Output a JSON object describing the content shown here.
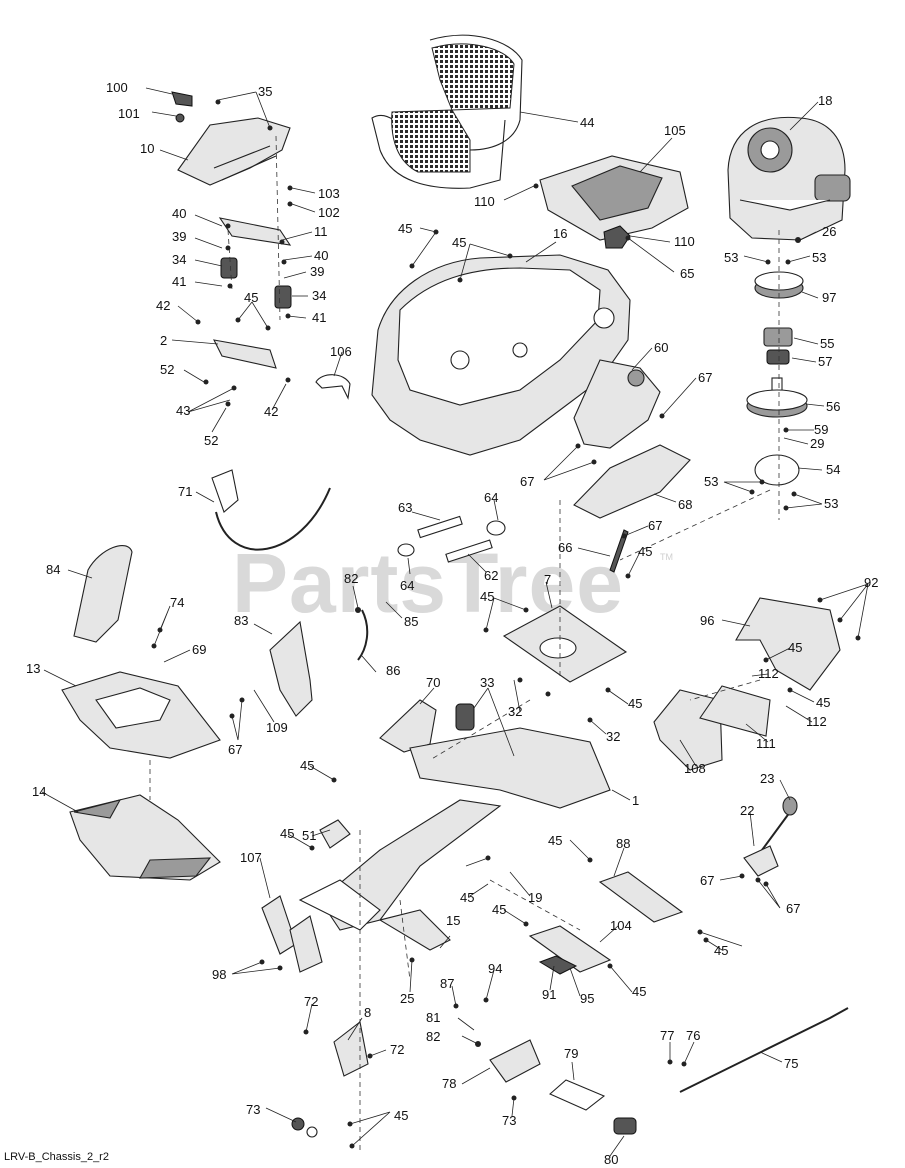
{
  "watermark": "PartsTree",
  "watermark_tm": "TM",
  "footer_code": "LRV-B_Chassis_2_r2",
  "callouts": [
    "100",
    "101",
    "35",
    "10",
    "103",
    "102",
    "40",
    "39",
    "34",
    "41",
    "11",
    "40",
    "39",
    "34",
    "41",
    "42",
    "45",
    "2",
    "52",
    "43",
    "42",
    "52",
    "106",
    "44",
    "105",
    "110",
    "110",
    "45",
    "45",
    "16",
    "65",
    "60",
    "67",
    "67",
    "18",
    "26",
    "53",
    "53",
    "97",
    "55",
    "57",
    "56",
    "59",
    "29",
    "54",
    "53",
    "53",
    "71",
    "63",
    "64",
    "64",
    "62",
    "68",
    "67",
    "66",
    "45",
    "7",
    "45",
    "84",
    "74",
    "69",
    "82",
    "85",
    "13",
    "83",
    "67",
    "109",
    "86",
    "70",
    "33",
    "32",
    "32",
    "45",
    "96",
    "92",
    "45",
    "112",
    "45",
    "112",
    "111",
    "108",
    "1",
    "14",
    "45",
    "51",
    "45",
    "107",
    "45",
    "19",
    "88",
    "45",
    "23",
    "22",
    "67",
    "67",
    "98",
    "15",
    "45",
    "104",
    "45",
    "25",
    "87",
    "94",
    "91",
    "95",
    "45",
    "72",
    "8",
    "72",
    "81",
    "82",
    "78",
    "79",
    "77",
    "76",
    "75",
    "73",
    "45",
    "73",
    "80"
  ]
}
